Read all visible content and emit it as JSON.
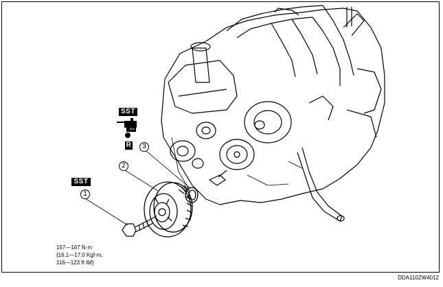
{
  "badges": {
    "sst_top": "SST",
    "sst_left": "SST",
    "r": "R",
    "oil": "OIL"
  },
  "callouts": {
    "c1": "1",
    "c2": "2",
    "c3": "3"
  },
  "torque_spec": {
    "line1": "157—167 N·m",
    "line2": "{16.1—17.0 Kgf·m,",
    "line3": "116—123 ft·lbf}"
  },
  "figure_code": "DDA110ZW4012"
}
